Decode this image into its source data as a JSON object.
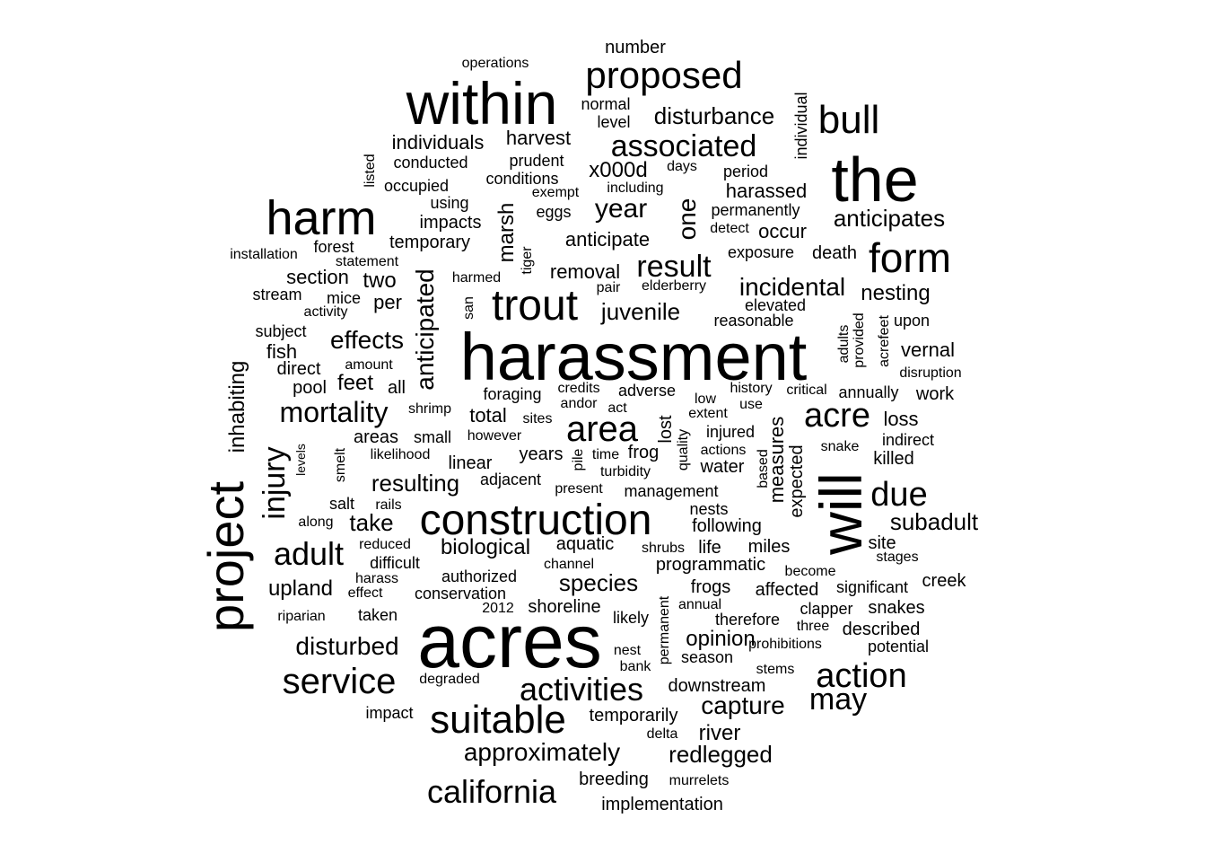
{
  "text_color": "#000000",
  "background_color": "#ffffff",
  "words": [
    {
      "text": "harassment",
      "weight": 74
    },
    {
      "text": "acres",
      "weight": 84
    },
    {
      "text": "within",
      "weight": 66
    },
    {
      "text": "the",
      "weight": 70
    },
    {
      "text": "will",
      "weight": 66,
      "vertical": true
    },
    {
      "text": "project",
      "weight": 56,
      "vertical": true
    },
    {
      "text": "construction",
      "weight": 48
    },
    {
      "text": "harm",
      "weight": 54
    },
    {
      "text": "proposed",
      "weight": 42
    },
    {
      "text": "trout",
      "weight": 48
    },
    {
      "text": "form",
      "weight": 46
    },
    {
      "text": "bull",
      "weight": 44
    },
    {
      "text": "suitable",
      "weight": 44
    },
    {
      "text": "area",
      "weight": 40
    },
    {
      "text": "activities",
      "weight": 36
    },
    {
      "text": "service",
      "weight": 40
    },
    {
      "text": "action",
      "weight": 38
    },
    {
      "text": "acre",
      "weight": 38
    },
    {
      "text": "due",
      "weight": 38
    },
    {
      "text": "associated",
      "weight": 34
    },
    {
      "text": "california",
      "weight": 36
    },
    {
      "text": "mortality",
      "weight": 32
    },
    {
      "text": "adult",
      "weight": 36
    },
    {
      "text": "may",
      "weight": 34
    },
    {
      "text": "result",
      "weight": 34
    },
    {
      "text": "injury",
      "weight": 34,
      "vertical": true
    },
    {
      "text": "approximately",
      "weight": 28
    },
    {
      "text": "year",
      "weight": 30
    },
    {
      "text": "capture",
      "weight": 28
    },
    {
      "text": "redlegged",
      "weight": 26
    },
    {
      "text": "disturbance",
      "weight": 26
    },
    {
      "text": "incidental",
      "weight": 28
    },
    {
      "text": "effects",
      "weight": 28
    },
    {
      "text": "disturbed",
      "weight": 28
    },
    {
      "text": "species",
      "weight": 26
    },
    {
      "text": "take",
      "weight": 26
    },
    {
      "text": "anticipates",
      "weight": 26
    },
    {
      "text": "subadult",
      "weight": 26
    },
    {
      "text": "anticipated",
      "weight": 28,
      "vertical": true
    },
    {
      "text": "juvenile",
      "weight": 26
    },
    {
      "text": "resulting",
      "weight": 26
    },
    {
      "text": "upland",
      "weight": 24
    },
    {
      "text": "biological",
      "weight": 24
    },
    {
      "text": "one",
      "weight": 28,
      "vertical": true
    },
    {
      "text": "individuals",
      "weight": 22
    },
    {
      "text": "harvest",
      "weight": 22
    },
    {
      "text": "x000d",
      "weight": 24
    },
    {
      "text": "anticipate",
      "weight": 22
    },
    {
      "text": "feet",
      "weight": 24
    },
    {
      "text": "inhabiting",
      "weight": 24,
      "vertical": true
    },
    {
      "text": "marsh",
      "weight": 24,
      "vertical": true
    },
    {
      "text": "nesting",
      "weight": 24
    },
    {
      "text": "river",
      "weight": 24
    },
    {
      "text": "opinion",
      "weight": 24
    },
    {
      "text": "two",
      "weight": 24
    },
    {
      "text": "per",
      "weight": 22
    },
    {
      "text": "section",
      "weight": 22
    },
    {
      "text": "removal",
      "weight": 22
    },
    {
      "text": "total",
      "weight": 22
    },
    {
      "text": "occur",
      "weight": 22
    },
    {
      "text": "harassed",
      "weight": 22
    },
    {
      "text": "vernal",
      "weight": 22
    },
    {
      "text": "temporarily",
      "weight": 20
    },
    {
      "text": "shoreline",
      "weight": 20
    },
    {
      "text": "downstream",
      "weight": 20
    },
    {
      "text": "aquatic",
      "weight": 20
    },
    {
      "text": "frogs",
      "weight": 20
    },
    {
      "text": "affected",
      "weight": 20
    },
    {
      "text": "years",
      "weight": 20
    },
    {
      "text": "frog",
      "weight": 20
    },
    {
      "text": "linear",
      "weight": 20
    },
    {
      "text": "areas",
      "weight": 20
    },
    {
      "text": "impacts",
      "weight": 20
    },
    {
      "text": "temporary",
      "weight": 20
    },
    {
      "text": "expected",
      "weight": 20,
      "vertical": true
    },
    {
      "text": "measures",
      "weight": 22,
      "vertical": true
    },
    {
      "text": "fish",
      "weight": 22
    },
    {
      "text": "pool",
      "weight": 20
    },
    {
      "text": "direct",
      "weight": 20
    },
    {
      "text": "all",
      "weight": 20
    },
    {
      "text": "loss",
      "weight": 22
    },
    {
      "text": "killed",
      "weight": 20
    },
    {
      "text": "site",
      "weight": 20
    },
    {
      "text": "life",
      "weight": 20
    },
    {
      "text": "miles",
      "weight": 20
    },
    {
      "text": "water",
      "weight": 20
    },
    {
      "text": "injured",
      "weight": 18
    },
    {
      "text": "following",
      "weight": 20
    },
    {
      "text": "nests",
      "weight": 18
    },
    {
      "text": "programmatic",
      "weight": 20
    },
    {
      "text": "management",
      "weight": 18
    },
    {
      "text": "snakes",
      "weight": 20
    },
    {
      "text": "creek",
      "weight": 20
    },
    {
      "text": "work",
      "weight": 20
    },
    {
      "text": "death",
      "weight": 20
    },
    {
      "text": "exposure",
      "weight": 18
    },
    {
      "text": "elevated",
      "weight": 18
    },
    {
      "text": "reasonable",
      "weight": 18
    },
    {
      "text": "described",
      "weight": 20
    },
    {
      "text": "lost",
      "weight": 20,
      "vertical": true
    },
    {
      "text": "foraging",
      "weight": 18
    },
    {
      "text": "adverse",
      "weight": 18
    },
    {
      "text": "number",
      "weight": 20
    },
    {
      "text": "using",
      "weight": 18
    },
    {
      "text": "eggs",
      "weight": 18
    },
    {
      "text": "difficult",
      "weight": 18
    },
    {
      "text": "salt",
      "weight": 18
    },
    {
      "text": "taken",
      "weight": 18
    },
    {
      "text": "breeding",
      "weight": 20
    },
    {
      "text": "implementation",
      "weight": 20
    },
    {
      "text": "authorized",
      "weight": 18
    },
    {
      "text": "conservation",
      "weight": 18
    },
    {
      "text": "adjacent",
      "weight": 18
    },
    {
      "text": "likely",
      "weight": 18
    },
    {
      "text": "therefore",
      "weight": 18
    },
    {
      "text": "season",
      "weight": 18
    },
    {
      "text": "annually",
      "weight": 18
    },
    {
      "text": "significant",
      "weight": 18
    },
    {
      "text": "clapper",
      "weight": 18
    },
    {
      "text": "potential",
      "weight": 18
    },
    {
      "text": "prohibitions",
      "weight": 16
    },
    {
      "text": "channel",
      "weight": 16
    },
    {
      "text": "shrubs",
      "weight": 16
    },
    {
      "text": "become",
      "weight": 16
    },
    {
      "text": "stages",
      "weight": 16
    },
    {
      "text": "indirect",
      "weight": 18
    },
    {
      "text": "upon",
      "weight": 18
    },
    {
      "text": "detect",
      "weight": 16
    },
    {
      "text": "permanently",
      "weight": 18
    },
    {
      "text": "period",
      "weight": 18
    },
    {
      "text": "days",
      "weight": 16
    },
    {
      "text": "including",
      "weight": 16
    },
    {
      "text": "conditions",
      "weight": 18
    },
    {
      "text": "prudent",
      "weight": 18
    },
    {
      "text": "exempt",
      "weight": 16
    },
    {
      "text": "conducted",
      "weight": 18
    },
    {
      "text": "occupied",
      "weight": 18
    },
    {
      "text": "level",
      "weight": 18
    },
    {
      "text": "normal",
      "weight": 18
    },
    {
      "text": "operations",
      "weight": 16
    },
    {
      "text": "individual",
      "weight": 18,
      "vertical": true
    },
    {
      "text": "listed",
      "weight": 16,
      "vertical": true
    },
    {
      "text": "forest",
      "weight": 18
    },
    {
      "text": "installation",
      "weight": 16
    },
    {
      "text": "statement",
      "weight": 16
    },
    {
      "text": "stream",
      "weight": 18
    },
    {
      "text": "mice",
      "weight": 18
    },
    {
      "text": "activity",
      "weight": 16
    },
    {
      "text": "subject",
      "weight": 18
    },
    {
      "text": "amount",
      "weight": 16
    },
    {
      "text": "shrimp",
      "weight": 16
    },
    {
      "text": "small",
      "weight": 18
    },
    {
      "text": "however",
      "weight": 16
    },
    {
      "text": "likelihood",
      "weight": 16
    },
    {
      "text": "sites",
      "weight": 16
    },
    {
      "text": "credits",
      "weight": 16
    },
    {
      "text": "andor",
      "weight": 16
    },
    {
      "text": "act",
      "weight": 16
    },
    {
      "text": "time",
      "weight": 16
    },
    {
      "text": "turbidity",
      "weight": 16
    },
    {
      "text": "present",
      "weight": 16
    },
    {
      "text": "low",
      "weight": 16
    },
    {
      "text": "extent",
      "weight": 16
    },
    {
      "text": "use",
      "weight": 16
    },
    {
      "text": "history",
      "weight": 16
    },
    {
      "text": "critical",
      "weight": 16
    },
    {
      "text": "actions",
      "weight": 16
    },
    {
      "text": "snake",
      "weight": 16
    },
    {
      "text": "disruption",
      "weight": 16
    },
    {
      "text": "harmed",
      "weight": 16
    },
    {
      "text": "pair",
      "weight": 16
    },
    {
      "text": "elderberry",
      "weight": 16
    },
    {
      "text": "reduced",
      "weight": 16
    },
    {
      "text": "harass",
      "weight": 16
    },
    {
      "text": "effect",
      "weight": 16
    },
    {
      "text": "riparian",
      "weight": 16
    },
    {
      "text": "rails",
      "weight": 16
    },
    {
      "text": "along",
      "weight": 16
    },
    {
      "text": "degraded",
      "weight": 16
    },
    {
      "text": "impact",
      "weight": 18
    },
    {
      "text": "2012",
      "weight": 16
    },
    {
      "text": "annual",
      "weight": 16
    },
    {
      "text": "nest",
      "weight": 16
    },
    {
      "text": "bank",
      "weight": 16
    },
    {
      "text": "stems",
      "weight": 16
    },
    {
      "text": "three",
      "weight": 16
    },
    {
      "text": "delta",
      "weight": 16
    },
    {
      "text": "murrelets",
      "weight": 16
    },
    {
      "text": "levels",
      "weight": 14,
      "vertical": true
    },
    {
      "text": "smelt",
      "weight": 16,
      "vertical": true
    },
    {
      "text": "san",
      "weight": 16,
      "vertical": true
    },
    {
      "text": "tiger",
      "weight": 16,
      "vertical": true
    },
    {
      "text": "pile",
      "weight": 16,
      "vertical": true
    },
    {
      "text": "quality",
      "weight": 16,
      "vertical": true
    },
    {
      "text": "based",
      "weight": 16,
      "vertical": true
    },
    {
      "text": "adults",
      "weight": 16,
      "vertical": true
    },
    {
      "text": "provided",
      "weight": 16,
      "vertical": true
    },
    {
      "text": "acrefeet",
      "weight": 16,
      "vertical": true
    },
    {
      "text": "permanent",
      "weight": 16,
      "vertical": true
    }
  ]
}
